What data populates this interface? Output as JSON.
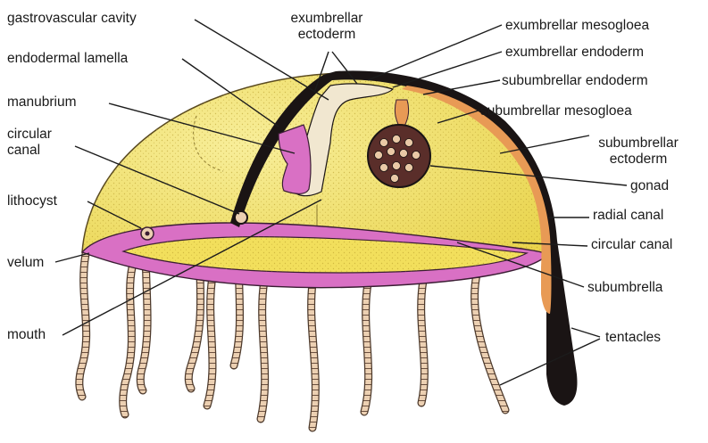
{
  "labels": {
    "gastrovascular_cavity": "gastrovascular cavity",
    "exumbrellar_ectoderm": [
      "exumbrellar",
      "ectoderm"
    ],
    "exumbrellar_mesogloea": "exumbrellar mesogloea",
    "exumbrellar_endoderm": "exumbrellar endoderm",
    "subumbrellar_endoderm": "subumbrellar endoderm",
    "endodermal_lamella": "endodermal lamella",
    "manubrium": "manubrium",
    "subumbrellar_mesogloea": "subumbrellar mesogloea",
    "circular_canal_left": [
      "circular",
      "canal"
    ],
    "subumbrellar_ectoderm": [
      "subumbrellar",
      "ectoderm"
    ],
    "gonad": "gonad",
    "lithocyst": "lithocyst",
    "radial_canal": "radial canal",
    "circular_canal_right": "circular canal",
    "velum": "velum",
    "subumbrella": "subumbrella",
    "mouth": "mouth",
    "tentacles": "tentacles"
  },
  "colors": {
    "bell_fill": "#f0dd5a",
    "bell_highlight": "#f7ea8c",
    "mesogloea_dark": "#1a1414",
    "pink_tissue": "#d970c4",
    "tentacle": "#e8c9a8",
    "tentacle_outline": "#5b4433",
    "orange_canal": "#e89a55",
    "gonad_fill": "#5a2e2a"
  }
}
